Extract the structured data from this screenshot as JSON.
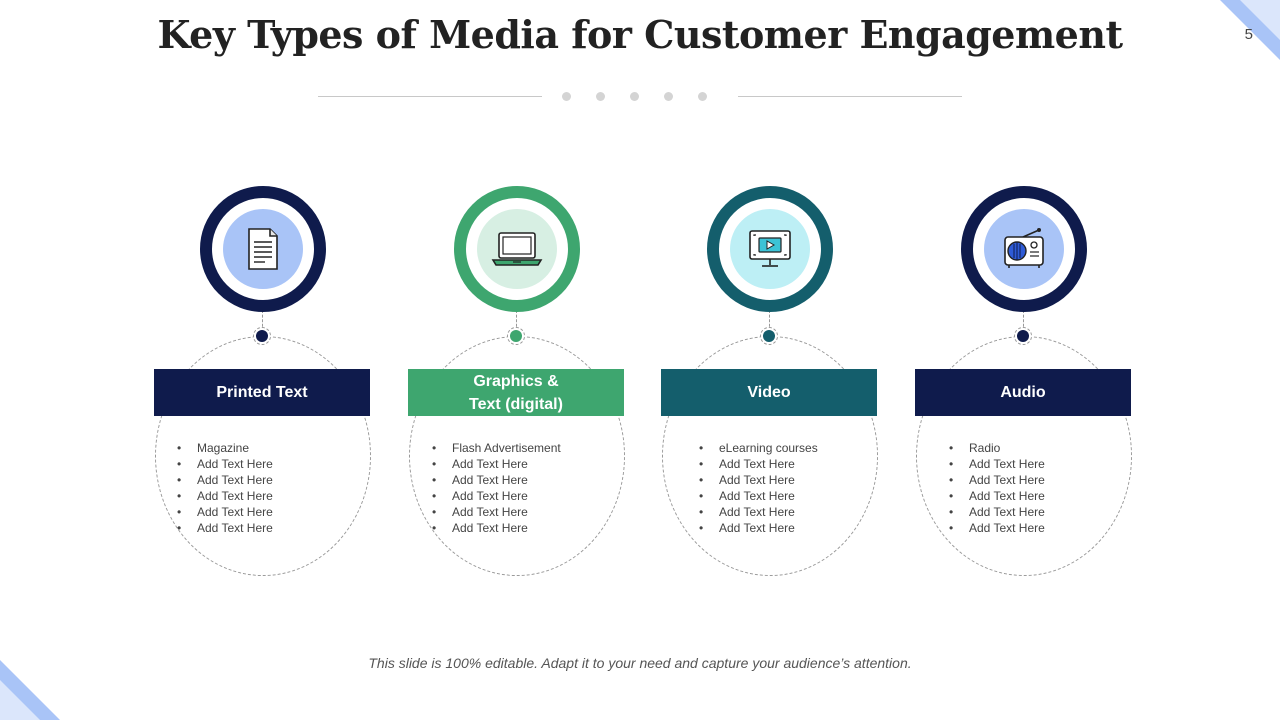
{
  "slide": {
    "title": "Key Types of Media for Customer Engagement",
    "page_number": "5",
    "footer": "This slide is 100% editable.  Adapt it to your need and capture your audience’s attention."
  },
  "colors": {
    "navy": "#0f1b4c",
    "green": "#3ea66f",
    "teal": "#145e6c",
    "light_blue": "#a9c4f7",
    "light_green": "#d7efe3",
    "light_cyan": "#bdeff5",
    "corner_accent": "#a9c4f7"
  },
  "columns": [
    {
      "title": "Printed Text",
      "icon": "document-icon",
      "items": [
        "Magazine",
        "Add Text Here",
        "Add Text Here",
        "Add Text Here",
        "Add Text Here",
        "Add Text Here"
      ]
    },
    {
      "title_line1": "Graphics &",
      "title_line2": "Text (digital)",
      "icon": "laptop-icon",
      "items": [
        "Flash Advertisement",
        "Add Text Here",
        "Add Text Here",
        "Add Text Here",
        "Add Text Here",
        "Add Text Here"
      ]
    },
    {
      "title": "Video",
      "icon": "video-monitor-icon",
      "items": [
        "eLearning courses",
        "Add Text Here",
        "Add Text Here",
        "Add Text Here",
        "Add Text Here",
        "Add Text Here"
      ]
    },
    {
      "title": "Audio",
      "icon": "radio-icon",
      "items": [
        "Radio",
        "Add Text Here",
        "Add Text Here",
        "Add Text Here",
        "Add Text Here",
        "Add Text Here"
      ]
    }
  ]
}
